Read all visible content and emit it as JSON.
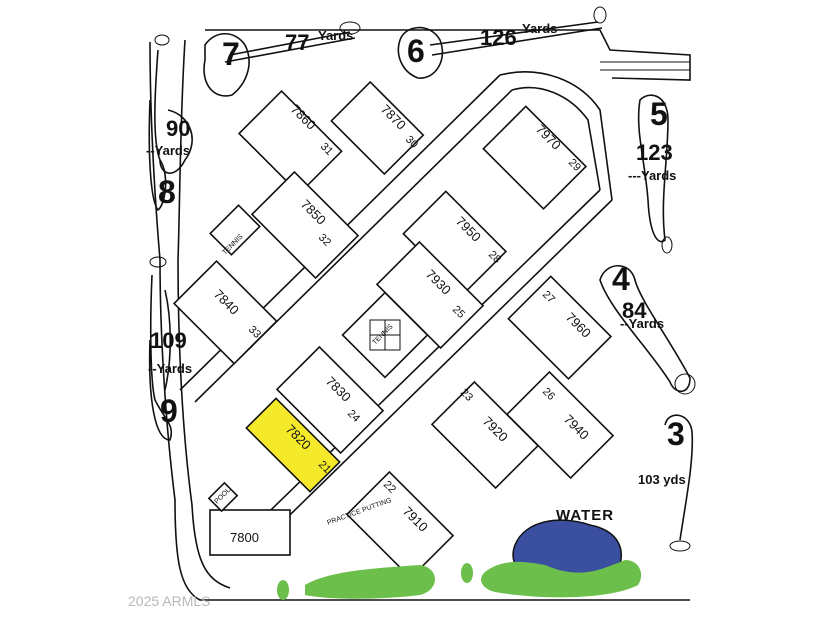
{
  "holes": [
    {
      "number": "7",
      "yardage": "77",
      "unit": "Yards"
    },
    {
      "number": "6",
      "yardage": "126",
      "unit": "Yards"
    },
    {
      "number": "5",
      "yardage": "123",
      "unit": "---Yards"
    },
    {
      "number": "4",
      "yardage": "84",
      "unit": "--Yards"
    },
    {
      "number": "3",
      "yardage": "103 yds",
      "unit": ""
    },
    {
      "number": "8",
      "yardage": "90",
      "unit": "--Yards"
    },
    {
      "number": "9",
      "yardage": "109",
      "unit": "--Yards"
    }
  ],
  "buildings": [
    {
      "id": "7860",
      "unit": "31"
    },
    {
      "id": "7870",
      "unit": "30"
    },
    {
      "id": "7970",
      "unit": "29"
    },
    {
      "id": "7850",
      "unit": "32"
    },
    {
      "id": "7950",
      "unit": "28"
    },
    {
      "id": "7840",
      "unit": "33"
    },
    {
      "id": "7930",
      "unit": "25"
    },
    {
      "id": "7960",
      "unit": "27"
    },
    {
      "id": "7830",
      "unit": "24"
    },
    {
      "id": "7820",
      "unit": "21",
      "highlighted": true
    },
    {
      "id": "7920",
      "unit": "23"
    },
    {
      "id": "7940",
      "unit": "26"
    },
    {
      "id": "7910",
      "unit": "22"
    },
    {
      "id": "7800",
      "unit": ""
    }
  ],
  "facilities": {
    "tennis_1": "TENNIS",
    "tennis_2": "TENNIS",
    "pool": "POOL",
    "putting": "PRACTICE PUTTING"
  },
  "water_label": "WATER",
  "copyright": "2025 ARMLS",
  "colors": {
    "highlight": "#f5ea2a",
    "water": "#3a4fa0",
    "grass": "#6cbf4a",
    "ink": "#111111"
  }
}
